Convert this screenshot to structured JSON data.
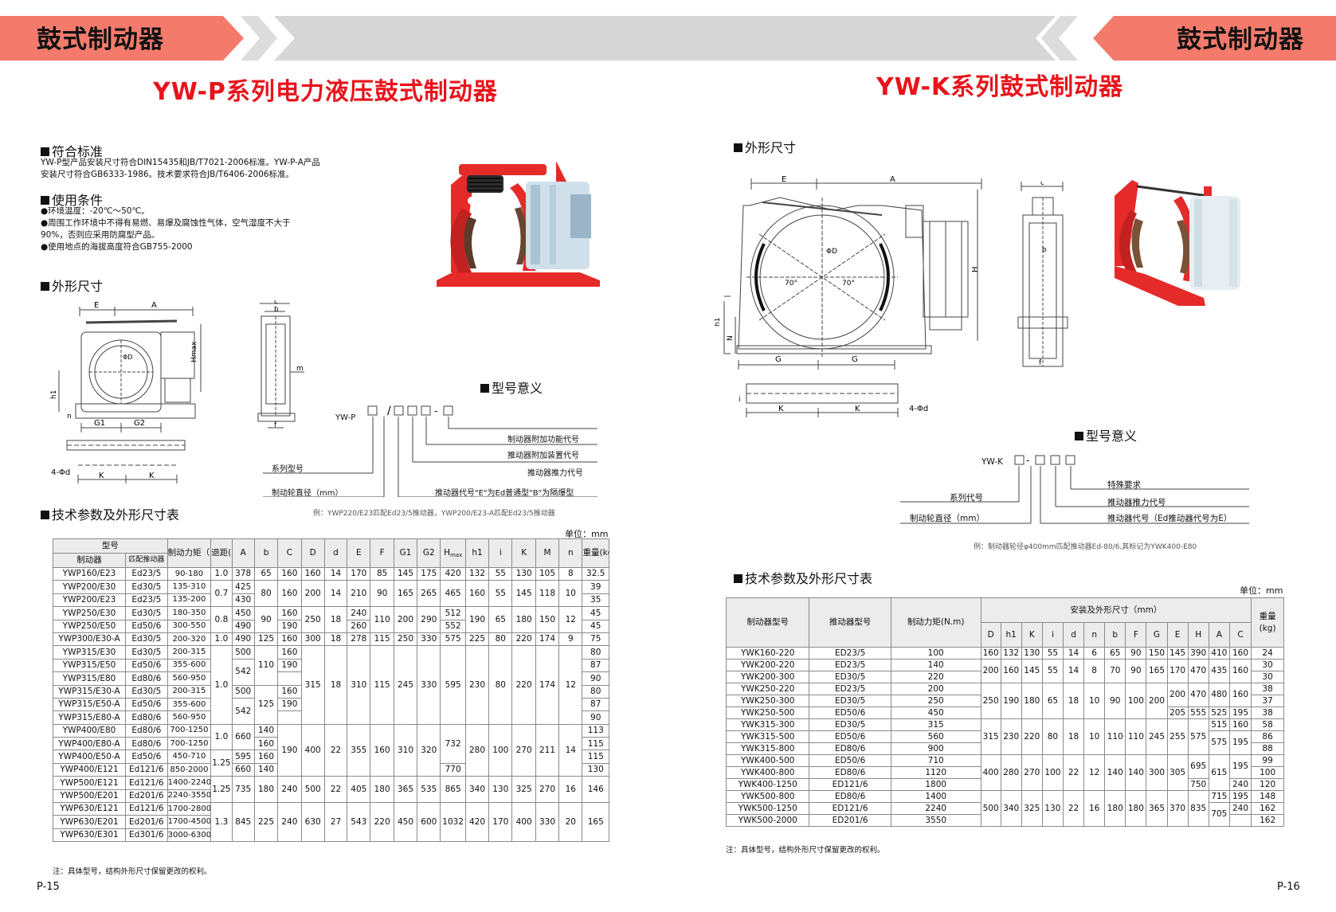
{
  "left": {
    "banner_title": "鼓式制动器",
    "title": "YW-P系列电力液压鼓式制动器",
    "std_heading": "符合标准",
    "std_text": [
      "YW-P型产品安装尺寸符合DIN15435和JB/T7021-2006标准。YW-P-A产品",
      "安装尺寸符合GB6333-1986。技术要求符合JB/T6406-2006标准。"
    ],
    "use_heading": "使用条件",
    "use_text": [
      "●环境温度：-20℃～50℃。",
      "●周围工作环境中不得有易燃、易爆及腐蚀性气体，空气湿度不大于",
      "90%，否则应采用防腐型产品。",
      "●使用地点的海拔高度符合GB755-2000"
    ],
    "dim_heading": "外形尺寸",
    "model_heading": "型号意义",
    "model_code": {
      "prefix": "YW-P",
      "labels": [
        "制动器附加功能代号",
        "推动器附加装置代号",
        "推动器推力代号",
        "系列型号",
        "制动轮直径（mm）",
        "推动器代号\"E\"为Ed普通型\"B\"为隔爆型"
      ],
      "example": "例：YWP220/E23匹配Ed23/5推动器，YWP200/E23-A匹配Ed23/5推动器"
    },
    "table_heading": "技术参数及外形尺寸表",
    "unit": "单位：mm",
    "note": "注：具体型号，结构外形尺寸保留更改的权利。",
    "page": "P-15",
    "table": {
      "h_model": "型号",
      "h_brake": "制动器",
      "h_pusher": "匹配推动器",
      "h_torque": "制动力矩（N.m）",
      "h_retreat": "退距(mm)",
      "h_weight": "重量(kg)",
      "h_dims": [
        "A",
        "b",
        "C",
        "D",
        "d",
        "E",
        "F",
        "G1",
        "G2"
      ],
      "h_hmax": "H",
      "h_hmax_sub": "max",
      "h_dims2": [
        "h1",
        "i",
        "K",
        "M",
        "n"
      ],
      "rows": [
        [
          "YWP160/E23",
          "Ed23/5",
          "90-180",
          "1.0",
          "378",
          "65",
          "160",
          "160",
          "14",
          "170",
          "85",
          "145",
          "175",
          "420",
          "132",
          "55",
          "130",
          "105",
          "8",
          "32.5"
        ],
        [
          "YWP200/E30",
          "Ed30/5",
          "135-310",
          "0.7",
          "425",
          "80",
          "160",
          "200",
          "14",
          "210",
          "90",
          "165",
          "265",
          "465",
          "160",
          "55",
          "145",
          "118",
          "10",
          "39"
        ],
        [
          "YWP200/E23",
          "Ed23/5",
          "135-200",
          "",
          "430",
          "",
          "",
          "",
          "",
          "",
          "",
          "",
          "",
          "",
          "",
          "",
          "",
          "",
          "",
          "35"
        ],
        [
          "YWP250/E30",
          "Ed30/5",
          "180-350",
          "0.8",
          "450",
          "90",
          "160",
          "250",
          "18",
          "240",
          "110",
          "200",
          "290",
          "512",
          "190",
          "65",
          "180",
          "150",
          "12",
          "45"
        ],
        [
          "YWP250/E50",
          "Ed50/6",
          "300-550",
          "",
          "490",
          "",
          "190",
          "",
          "",
          "260",
          "",
          "",
          "",
          "552",
          "",
          "",
          "",
          "",
          "",
          "45"
        ],
        [
          "YWP300/E30-A",
          "Ed30/5",
          "200-320",
          "1.0",
          "490",
          "125",
          "160",
          "300",
          "18",
          "278",
          "115",
          "250",
          "330",
          "575",
          "225",
          "80",
          "220",
          "174",
          "9",
          "75"
        ],
        [
          "YWP315/E30",
          "Ed30/5",
          "200-315",
          "1.0",
          "500",
          "110",
          "160",
          "315",
          "18",
          "310",
          "115",
          "245",
          "330",
          "595",
          "230",
          "80",
          "220",
          "174",
          "12",
          "80"
        ],
        [
          "YWP315/E50",
          "Ed50/6",
          "355-600",
          "",
          "542",
          "",
          "190",
          "",
          "",
          "",
          "",
          "",
          "",
          "",
          "",
          "",
          "",
          "",
          "",
          "87"
        ],
        [
          "YWP315/E80",
          "Ed80/6",
          "560-950",
          "",
          "",
          "",
          "",
          "",
          "",
          "",
          "",
          "",
          "",
          "",
          "",
          "",
          "",
          "",
          "",
          "90"
        ],
        [
          "YWP315/E30-A",
          "Ed30/5",
          "200-315",
          "",
          "500",
          "125",
          "160",
          "",
          "",
          "",
          "",
          "",
          "",
          "",
          "",
          "",
          "",
          "",
          "",
          "80"
        ],
        [
          "YWP315/E50-A",
          "Ed50/6",
          "355-600",
          "",
          "542",
          "",
          "190",
          "",
          "",
          "",
          "",
          "",
          "",
          "",
          "",
          "",
          "",
          "",
          "",
          "87"
        ],
        [
          "YWP315/E80-A",
          "Ed80/6",
          "560-950",
          "",
          "",
          "",
          "",
          "",
          "",
          "",
          "",
          "",
          "",
          "",
          "",
          "",
          "",
          "",
          "",
          "90"
        ],
        [
          "YWP400/E80",
          "Ed80/6",
          "700-1250",
          "1.0",
          "660",
          "140",
          "190",
          "400",
          "22",
          "355",
          "160",
          "310",
          "320",
          "732",
          "280",
          "100",
          "270",
          "211",
          "14",
          "113"
        ],
        [
          "YWP400/E80-A",
          "Ed80/6",
          "700-1250",
          "",
          "",
          "160",
          "",
          "",
          "",
          "",
          "",
          "",
          "",
          "",
          "",
          "",
          "",
          "",
          "",
          "115"
        ],
        [
          "YWP400/E50-A",
          "Ed50/6",
          "450-710",
          "1.25",
          "595",
          "160",
          "",
          "",
          "",
          "",
          "",
          "",
          "",
          "",
          "",
          "",
          "",
          "",
          "",
          "115"
        ],
        [
          "YWP400/E121",
          "Ed121/6",
          "850-2000",
          "",
          "660",
          "140",
          "",
          "",
          "",
          "",
          "",
          "",
          "",
          "770",
          "",
          "",
          "",
          "",
          "",
          "130"
        ],
        [
          "YWP500/E121",
          "Ed121/6",
          "1400-2240",
          "1.25",
          "735",
          "180",
          "240",
          "500",
          "22",
          "405",
          "180",
          "365",
          "535",
          "865",
          "340",
          "130",
          "325",
          "270",
          "16",
          "146"
        ],
        [
          "YWP500/E201",
          "Ed201/6",
          "2240-3550",
          "",
          "",
          "",
          "",
          "",
          "",
          "",
          "",
          "",
          "",
          "",
          "",
          "",
          "",
          "",
          "",
          ""
        ],
        [
          "YWP630/E121",
          "Ed121/6",
          "1700-2800",
          "1.3",
          "845",
          "225",
          "240",
          "630",
          "27",
          "543",
          "220",
          "450",
          "600",
          "1032",
          "420",
          "170",
          "400",
          "330",
          "20",
          "165"
        ],
        [
          "YWP630/E201",
          "Ed201/6",
          "1700-4500",
          "",
          "",
          "",
          "",
          "",
          "",
          "",
          "",
          "",
          "",
          "",
          "",
          "",
          "",
          "",
          "",
          ""
        ],
        [
          "YWP630/E301",
          "Ed301/6",
          "3000-6300",
          "",
          "",
          "",
          "",
          "",
          "",
          "",
          "",
          "",
          "",
          "",
          "",
          "",
          "",
          "",
          "",
          ""
        ]
      ]
    },
    "dims": {
      "E": "E",
      "A": "A",
      "c": "c",
      "b": "b",
      "f": "f",
      "m": "m",
      "hmax": "Hmax",
      "h1": "h1",
      "n": "n",
      "g1": "G1",
      "g2": "G2",
      "k": "K",
      "phi": "4-Φd",
      "phiD": "ΦD"
    }
  },
  "right": {
    "banner_title": "鼓式制动器",
    "title": "YW-K系列鼓式制动器",
    "dim_heading": "外形尺寸",
    "model_heading": "型号意义",
    "model_code": {
      "prefix": "YW-K",
      "labels": [
        "特殊要求",
        "推动器推力代号",
        "系列代号",
        "推动器代号（Ed推动器代号为E）",
        "制动轮直径（mm）"
      ],
      "example": "例：制动器轮径φ400mm匹配推动器Ed-80/6,其标记为YWK400-E80"
    },
    "table_heading": "技术参数及外形尺寸表",
    "unit": "单位：mm",
    "note": "注：具体型号，结构外形尺寸保留更改的权利。",
    "page": "P-16",
    "table": {
      "h_model": "制动器型号",
      "h_pusher": "推动器型号",
      "h_torque": "制动力矩(N.m)",
      "h_dims_group": "安装及外形尺寸（mm）",
      "h_weight": "重量(kg)",
      "h_dims": [
        "D",
        "h1",
        "K",
        "i",
        "d",
        "n",
        "b",
        "F",
        "G",
        "E",
        "H",
        "A",
        "C"
      ],
      "rows": [
        [
          "YWK160-220",
          "ED23/5",
          "100",
          "160",
          "132",
          "130",
          "55",
          "14",
          "6",
          "65",
          "90",
          "150",
          "145",
          "390",
          "410",
          "160",
          "24"
        ],
        [
          "YWK200-220",
          "ED23/5",
          "140",
          "200",
          "160",
          "145",
          "55",
          "14",
          "8",
          "70",
          "90",
          "165",
          "170",
          "470",
          "435",
          "160",
          "30"
        ],
        [
          "YWK200-300",
          "ED30/5",
          "220",
          "",
          "",
          "",
          "",
          "",
          "",
          "",
          "",
          "",
          "",
          "",
          "",
          "",
          "30"
        ],
        [
          "YWK250-220",
          "ED23/5",
          "200",
          "250",
          "190",
          "180",
          "65",
          "18",
          "10",
          "90",
          "100",
          "200",
          "200",
          "470",
          "480",
          "160",
          "38"
        ],
        [
          "YWK250-300",
          "ED30/5",
          "250",
          "",
          "",
          "",
          "",
          "",
          "",
          "",
          "",
          "",
          "",
          "",
          "",
          "",
          "37"
        ],
        [
          "YWK250-500",
          "ED50/6",
          "450",
          "",
          "",
          "",
          "",
          "",
          "",
          "",
          "",
          "",
          "205",
          "555",
          "525",
          "195",
          "38"
        ],
        [
          "YWK315-300",
          "ED30/5",
          "315",
          "315",
          "230",
          "220",
          "80",
          "18",
          "10",
          "110",
          "110",
          "245",
          "255",
          "575",
          "515",
          "160",
          "58"
        ],
        [
          "YWK315-500",
          "ED50/6",
          "560",
          "",
          "",
          "",
          "",
          "",
          "",
          "",
          "",
          "",
          "",
          "",
          "575",
          "195",
          "86"
        ],
        [
          "YWK315-800",
          "ED80/6",
          "900",
          "",
          "",
          "",
          "",
          "",
          "",
          "",
          "",
          "",
          "",
          "",
          "",
          "",
          "88"
        ],
        [
          "YWK400-500",
          "ED50/6",
          "710",
          "400",
          "280",
          "270",
          "100",
          "22",
          "12",
          "140",
          "140",
          "300",
          "305",
          "695",
          "615",
          "195",
          "99"
        ],
        [
          "YWK400-800",
          "ED80/6",
          "1120",
          "",
          "",
          "",
          "",
          "",
          "",
          "",
          "",
          "",
          "",
          "",
          "",
          "",
          "100"
        ],
        [
          "YWK400-1250",
          "ED121/6",
          "1800",
          "",
          "",
          "",
          "",
          "",
          "",
          "",
          "",
          "",
          "",
          "750",
          "",
          "240",
          "120"
        ],
        [
          "YWK500-800",
          "ED80/6",
          "1400",
          "500",
          "340",
          "325",
          "130",
          "22",
          "16",
          "180",
          "180",
          "365",
          "370",
          "835",
          "715",
          "195",
          "148"
        ],
        [
          "YWK500-1250",
          "ED121/6",
          "2240",
          "",
          "",
          "",
          "",
          "",
          "",
          "",
          "",
          "",
          "",
          "",
          "705",
          "240",
          "162"
        ],
        [
          "YWK500-2000",
          "ED201/6",
          "3550",
          "",
          "",
          "",
          "",
          "",
          "",
          "",
          "",
          "",
          "",
          "",
          "",
          "",
          "162"
        ]
      ]
    },
    "dims": {
      "E": "E",
      "A": "A",
      "c": "c",
      "b": "b",
      "f": "f",
      "H": "H",
      "h1": "h1",
      "N": "N",
      "G": "G",
      "K": "K",
      "i": "i",
      "phi": "4-Φd",
      "phiD": "ΦD",
      "angle": "70°"
    }
  },
  "colors": {
    "banner_red": "#f47b6c",
    "banner_gray": "#d6d6d6",
    "title_red": "#e8141b",
    "brake_red": "#e52a2a"
  }
}
